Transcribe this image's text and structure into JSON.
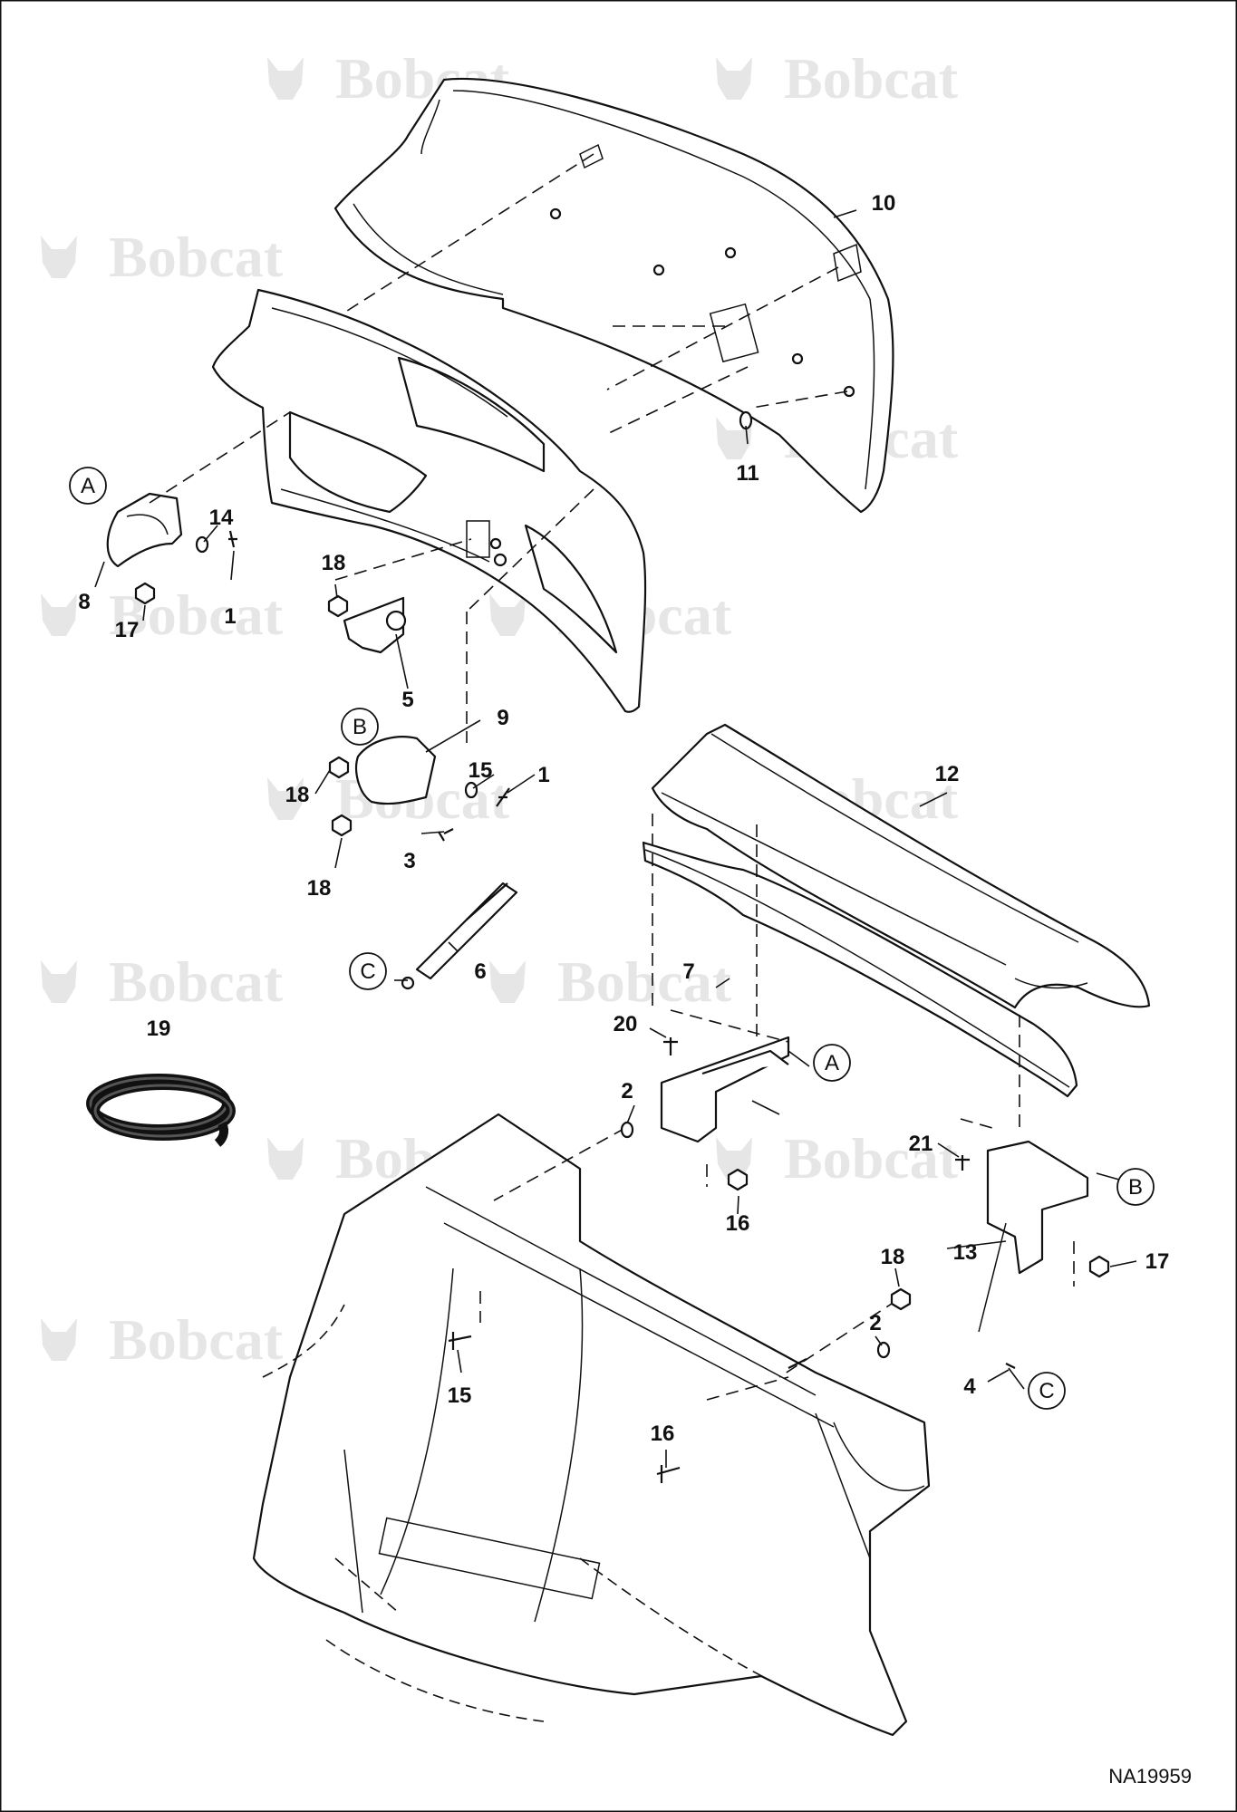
{
  "brand": {
    "watermark_text": "Bobcat",
    "watermark_color": "#e6e6e6"
  },
  "drawing_number": "NA19959",
  "callouts": [
    "1",
    "1",
    "2",
    "2",
    "3",
    "4",
    "5",
    "6",
    "7",
    "8",
    "9",
    "10",
    "11",
    "12",
    "13",
    "14",
    "15",
    "15",
    "16",
    "16",
    "17",
    "17",
    "18",
    "18",
    "18",
    "18",
    "19",
    "20",
    "21",
    "21"
  ],
  "reference_letters": [
    "A",
    "A",
    "B",
    "B",
    "C",
    "C"
  ],
  "icons": [
    "bobcat-logo-icon",
    "hose-coil-icon",
    "gas-strut-icon",
    "nut-icon",
    "bolt-icon",
    "washer-icon"
  ]
}
